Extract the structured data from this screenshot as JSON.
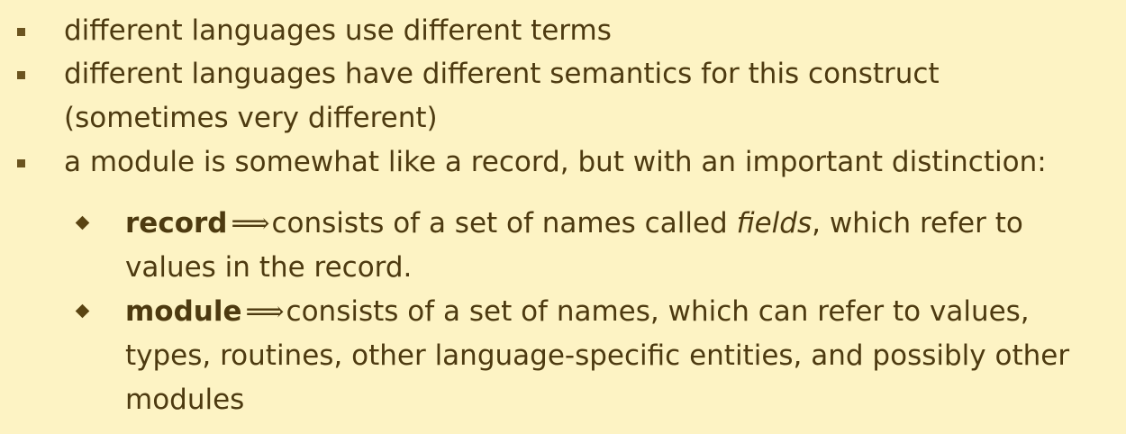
{
  "bullets": [
    {
      "lines": [
        "different languages use different terms"
      ]
    },
    {
      "lines": [
        "different languages have different semantics for this construct",
        "(sometimes very different)"
      ]
    },
    {
      "lines": [
        "a module is somewhat like a record, but with an important distinction:"
      ]
    }
  ],
  "subbullets": [
    {
      "term": "record",
      "arrow": "⟹",
      "line1_before": "consists of a set of names called ",
      "line1_italic": "fields",
      "line1_after": ", which refer to",
      "line2": "values in the record."
    },
    {
      "term": "module",
      "arrow": "⟹",
      "line1_after": "consists of a set of names, which can refer to values,",
      "line2": "types, routines, other language-specific entities, and possibly other",
      "line3": "modules"
    }
  ],
  "colors": {
    "background": "#fdf3c4",
    "text": "#4d3a10",
    "bullet": "#6b5420"
  }
}
